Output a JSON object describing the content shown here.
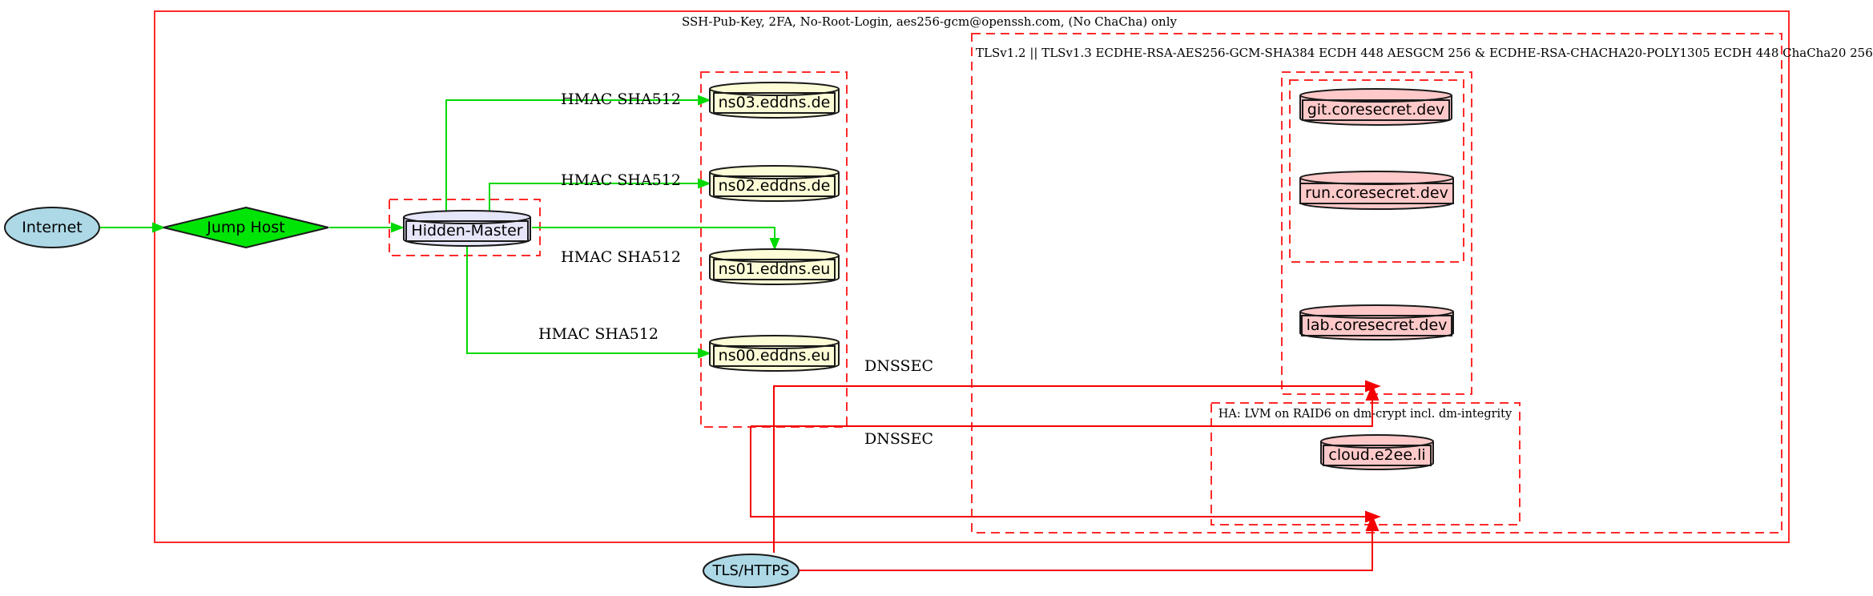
{
  "diagram": {
    "clusters": {
      "ssh": {
        "label": "SSH-Pub-Key, 2FA, No-Root-Login, aes256-gcm@openssh.com, (No ChaCha) only"
      },
      "tls": {
        "label": "TLSv1.2 || TLSv1.3 ECDHE-RSA-AES256-GCM-SHA384 ECDH 448 AESGCM 256 & ECDHE-RSA-CHACHA20-POLY1305 ECDH 448 ChaCha20 256"
      },
      "ha": {
        "label": "HA: LVM on RAID6 on dm-crypt incl. dm-integrity"
      }
    },
    "nodes": {
      "internet": {
        "label": "Internet"
      },
      "jump_host": {
        "label": "Jump Host"
      },
      "hidden_master": {
        "label": "Hidden-Master"
      },
      "ns03": {
        "label": "ns03.eddns.de"
      },
      "ns02": {
        "label": "ns02.eddns.de"
      },
      "ns01": {
        "label": "ns01.eddns.eu"
      },
      "ns00": {
        "label": "ns00.eddns.eu"
      },
      "git": {
        "label": "git.coresecret.dev"
      },
      "run": {
        "label": "run.coresecret.dev"
      },
      "lab": {
        "label": "lab.coresecret.dev"
      },
      "cloud": {
        "label": "cloud.e2ee.li"
      },
      "tls_https": {
        "label": "TLS/HTTPS"
      }
    },
    "edge_labels": {
      "hmac": "HMAC SHA512",
      "dnssec": "DNSSEC"
    },
    "colors": {
      "cluster_red": "#ff2a2a",
      "edge_red": "#f40000",
      "edge_green": "#00d900",
      "node_green": "#00e406",
      "node_yellow": "#fcfcd6",
      "node_pink": "#ffc9c9",
      "node_lavender": "#e6e6fa",
      "node_lightblue": "#add8e6"
    }
  }
}
